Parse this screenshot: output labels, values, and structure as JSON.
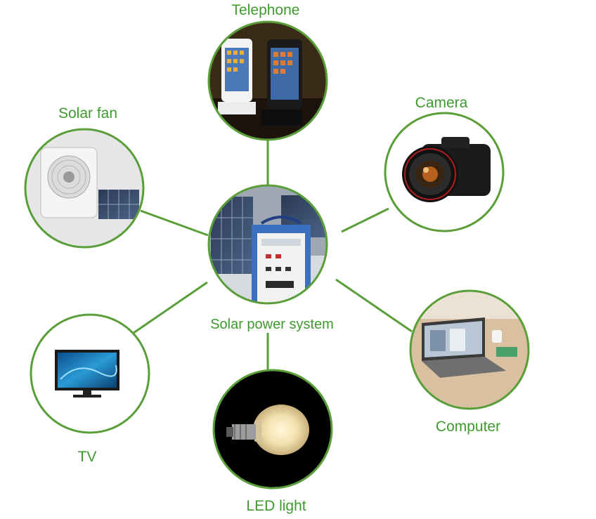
{
  "diagram": {
    "center": {
      "label": "Solar power system"
    },
    "nodes": [
      {
        "id": "telephone",
        "label": "Telephone",
        "image": "smartphones-on-docks"
      },
      {
        "id": "camera",
        "label": "Camera",
        "image": "dslr-camera"
      },
      {
        "id": "solar_fan",
        "label": "Solar fan",
        "image": "fan-with-solar-panel"
      },
      {
        "id": "tv",
        "label": "TV",
        "image": "flat-screen-tv"
      },
      {
        "id": "computer",
        "label": "Computer",
        "image": "laptop-computer"
      },
      {
        "id": "led_light",
        "label": "LED light",
        "image": "glowing-led-bulb"
      }
    ]
  },
  "colors": {
    "ring": "#5a9e3a",
    "connector": "#5a9e3a",
    "label": "#3f9a2e",
    "background": "#ffffff"
  }
}
